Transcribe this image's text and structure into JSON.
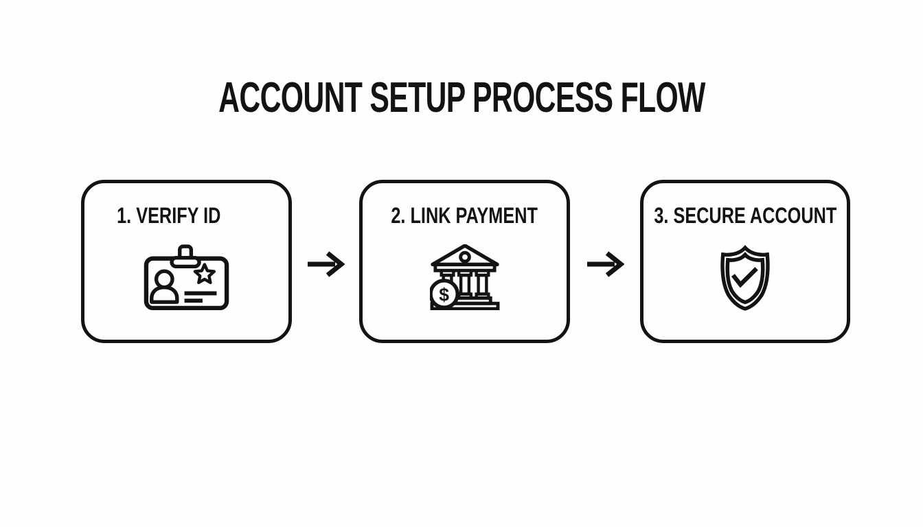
{
  "page": {
    "background_color": "#fdfefe",
    "ink_color": "#131313"
  },
  "title": {
    "text": "ACCOUNT SETUP PROCESS FLOW"
  },
  "flow": {
    "steps": [
      {
        "label": "1. VERIFY ID",
        "icon": "id-badge-icon"
      },
      {
        "label": "2. LINK PAYMENT",
        "icon": "bank-dollar-icon"
      },
      {
        "label": "3. SECURE ACCOUNT",
        "icon": "shield-check-icon"
      }
    ],
    "connector": "right-arrow",
    "bank_currency_symbol": "$"
  }
}
